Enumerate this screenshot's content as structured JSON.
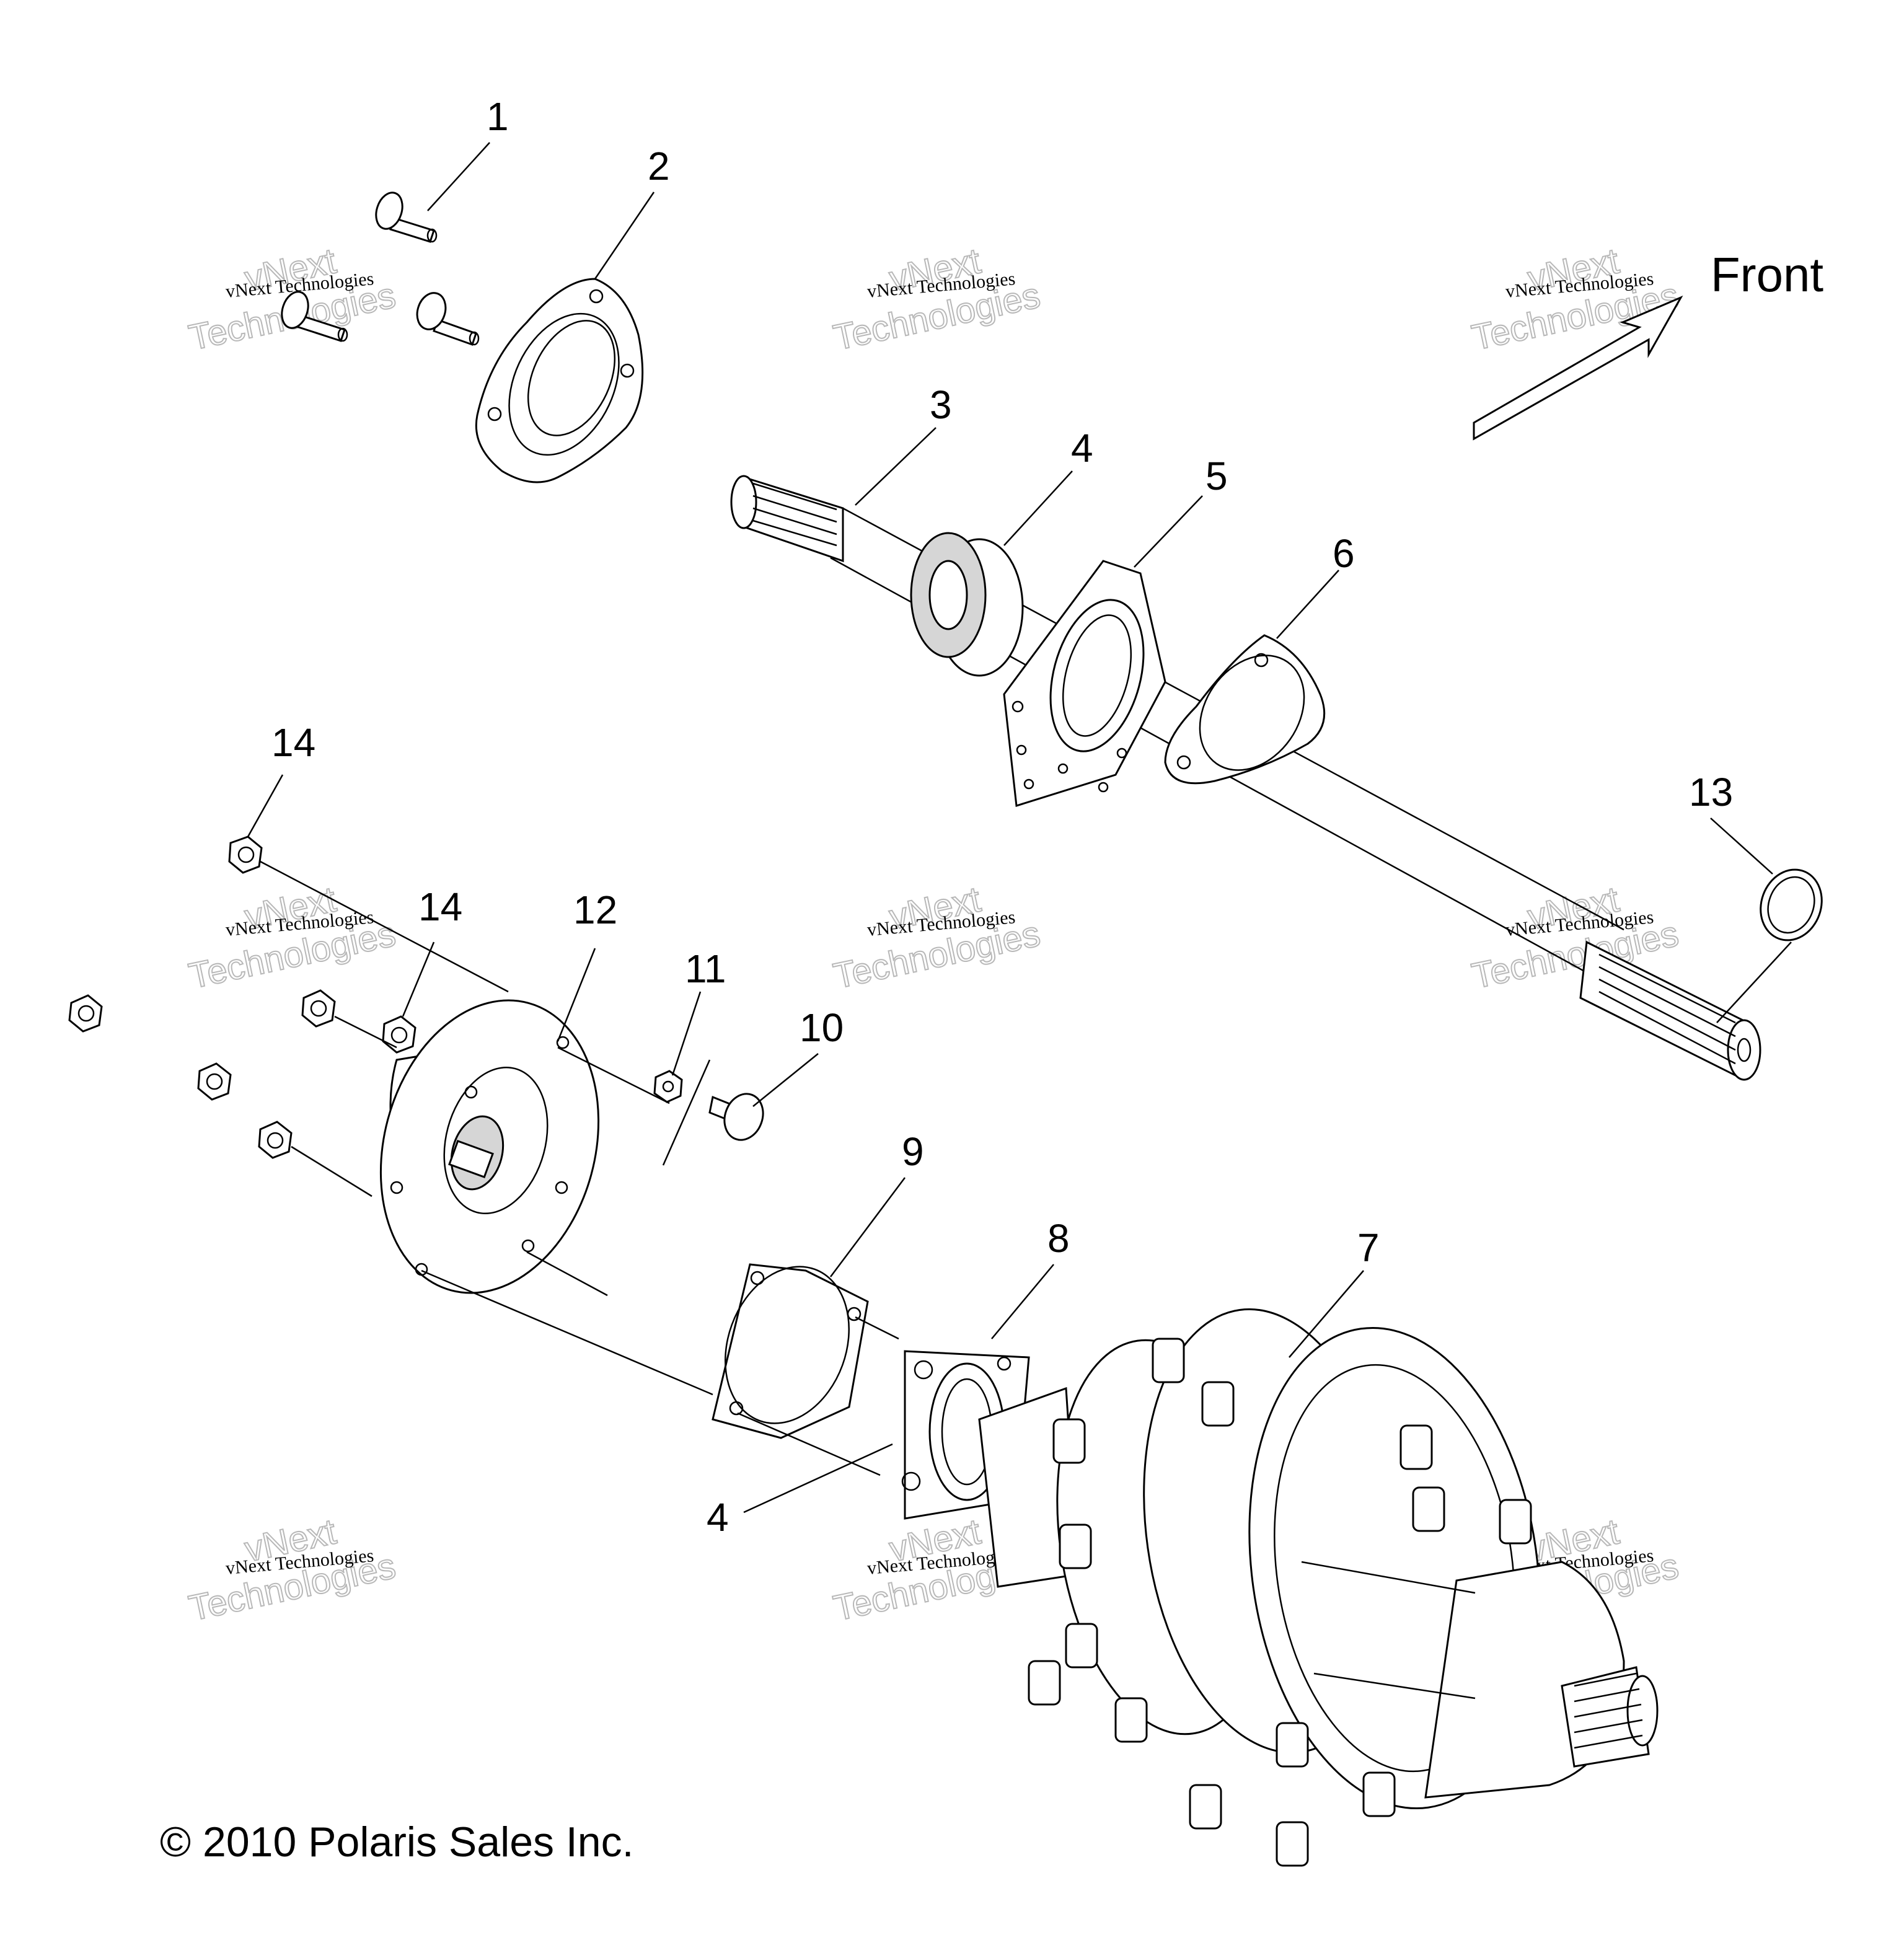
{
  "callouts": [
    "1",
    "2",
    "3",
    "4",
    "5",
    "6",
    "14",
    "13",
    "14",
    "12",
    "11",
    "10",
    "9",
    "8",
    "7",
    "4"
  ],
  "front_label": "Front",
  "copyright": "© 2010 Polaris Sales Inc.",
  "watermark": {
    "line1": "vNext Technologies",
    "line2": "Technologies",
    "line3": "vNext"
  }
}
